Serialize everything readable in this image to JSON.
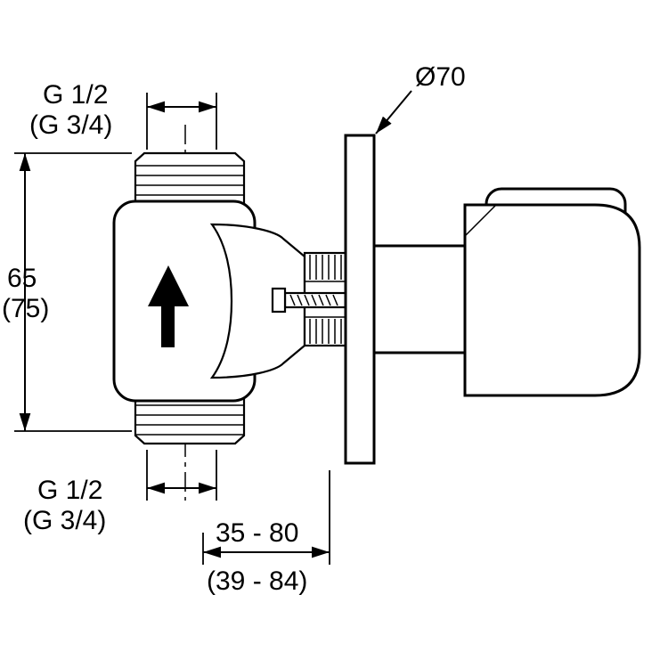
{
  "drawing": {
    "kind": "concealed-valve-installation-drawing",
    "dimensions": {
      "top_thread": {
        "label": "G 1/2",
        "alt": "(G 3/4)"
      },
      "bottom_thread": {
        "label": "G 1/2",
        "alt": "(G 3/4)"
      },
      "height": {
        "label": "65",
        "alt": "(75)"
      },
      "depth": {
        "label": "35 - 80",
        "alt": "(39 - 84)"
      },
      "plate": {
        "label": "Ø70"
      }
    },
    "colors": {
      "line": "#000000",
      "background": "#ffffff"
    }
  }
}
